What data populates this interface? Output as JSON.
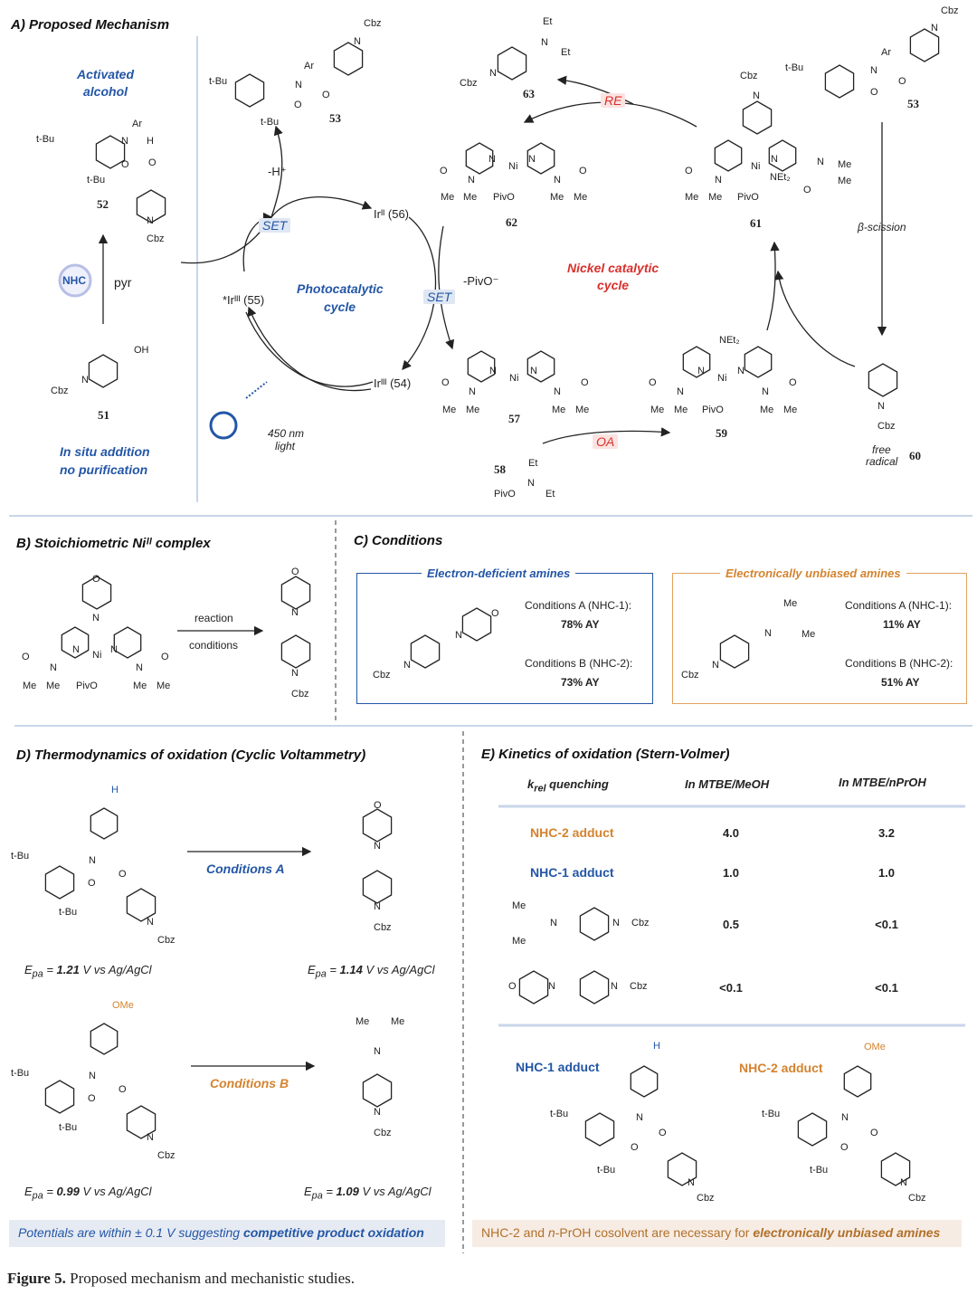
{
  "figure_caption": {
    "label": "Figure 5.",
    "text": " Proposed mechanism and mechanistic studies."
  },
  "section_a": {
    "title": "A) Proposed Mechanism",
    "activated_alcohol": [
      "Activated",
      "alcohol"
    ],
    "in_situ": [
      "In situ addition",
      "no purification"
    ],
    "nhc_badge": "NHC",
    "pyr": "pyr",
    "set_label": "SET",
    "minus_h": "-H⁺",
    "pivo_minus": "-PivO⁻",
    "ir56": "Irᴵᴵ (56)",
    "ir55": "*Irᴵᴵᴵ (55)",
    "ir54": "Irᴵᴵᴵ (54)",
    "photocycle": [
      "Photocatalytic",
      "cycle"
    ],
    "nickel_cycle": [
      "Nickel catalytic",
      "cycle"
    ],
    "re": "RE",
    "oa": "OA",
    "beta": "β-scission",
    "light": [
      "450 nm",
      "light"
    ],
    "free_radical": [
      "free",
      "radical"
    ],
    "compounds": [
      "52",
      "51",
      "53",
      "63",
      "62",
      "61",
      "53",
      "57",
      "59",
      "58",
      "60"
    ]
  },
  "atoms": {
    "tbu": "t-Bu",
    "cbz": "Cbz",
    "n": "N",
    "o": "O",
    "ar": "Ar",
    "h": "H",
    "oh": "OH",
    "me": "Me",
    "et": "Et",
    "pivo": "PivO",
    "net2": "NEt₂",
    "ni": "Ni",
    "ome": "OMe"
  },
  "section_b": {
    "title": "B) Stoichiometric Niᴵᴵ complex",
    "arrow": [
      "reaction",
      "conditions"
    ]
  },
  "section_c": {
    "title": "C) Conditions",
    "left": {
      "header": "Electron-deficient amines",
      "a_label": "Conditions A (NHC-1):",
      "a_value": "78% AY",
      "b_label": "Conditions B (NHC-2):",
      "b_value": "73% AY"
    },
    "right": {
      "header": "Electronically unbiased amines",
      "a_label": "Conditions A (NHC-1):",
      "a_value": "11% AY",
      "b_label": "Conditions B (NHC-2):",
      "b_value": "51% AY"
    }
  },
  "section_d": {
    "title": "D) Thermodynamics of oxidation (Cyclic Voltammetry)",
    "cond_a": "Conditions A",
    "cond_b": "Conditions B",
    "potentials": [
      "1.21",
      "1.14",
      "0.99",
      "1.09"
    ],
    "epa": "E",
    "epa_sub": "pa",
    "eq": " = ",
    "unit": " V vs Ag/AgCl",
    "note_plain": "Potentials are within ± 0.1 V suggesting ",
    "note_bold": "competitive product oxidation"
  },
  "section_e": {
    "title": "E) Kinetics of oxidation (Stern-Volmer)",
    "headers": {
      "k": "k",
      "k_sub": "rel",
      "k_rest": " quenching",
      "c1": "In MTBE/MeOH",
      "c2": "In MTBE/nPrOH"
    },
    "rows": [
      {
        "label": "NHC-2 adduct",
        "meoh": "4.0",
        "nproh": "3.2"
      },
      {
        "label": "NHC-1 adduct",
        "meoh": "1.0",
        "nproh": "1.0"
      },
      {
        "label": "",
        "meoh": "0.5",
        "nproh": "<0.1"
      },
      {
        "label": "",
        "meoh": "<0.1",
        "nproh": "<0.1"
      }
    ],
    "nhc1": "NHC-1 adduct",
    "nhc2": "NHC-2 adduct",
    "note_a": "NHC-2 and ",
    "note_i": "n",
    "note_b": "-PrOH cosolvent are necessary for ",
    "note_bold": "electronically unbiased amines"
  },
  "colors": {
    "blue": "#2356a6",
    "orange": "#d4832f",
    "red": "#d9302c"
  }
}
